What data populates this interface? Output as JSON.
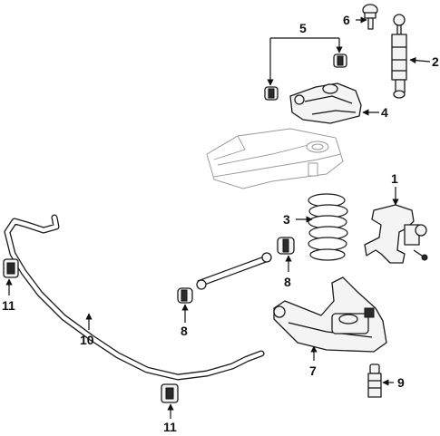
{
  "callouts": {
    "c1": "1",
    "c2": "2",
    "c3": "3",
    "c4": "4",
    "c5": "5",
    "c6": "6",
    "c7": "7",
    "c8a": "8",
    "c8b": "8",
    "c9": "9",
    "c10": "10",
    "c11a": "11",
    "c11b": "11"
  },
  "style": {
    "line_color": "#111111",
    "frame_color": "#9a9a9a",
    "background": "#ffffff"
  }
}
